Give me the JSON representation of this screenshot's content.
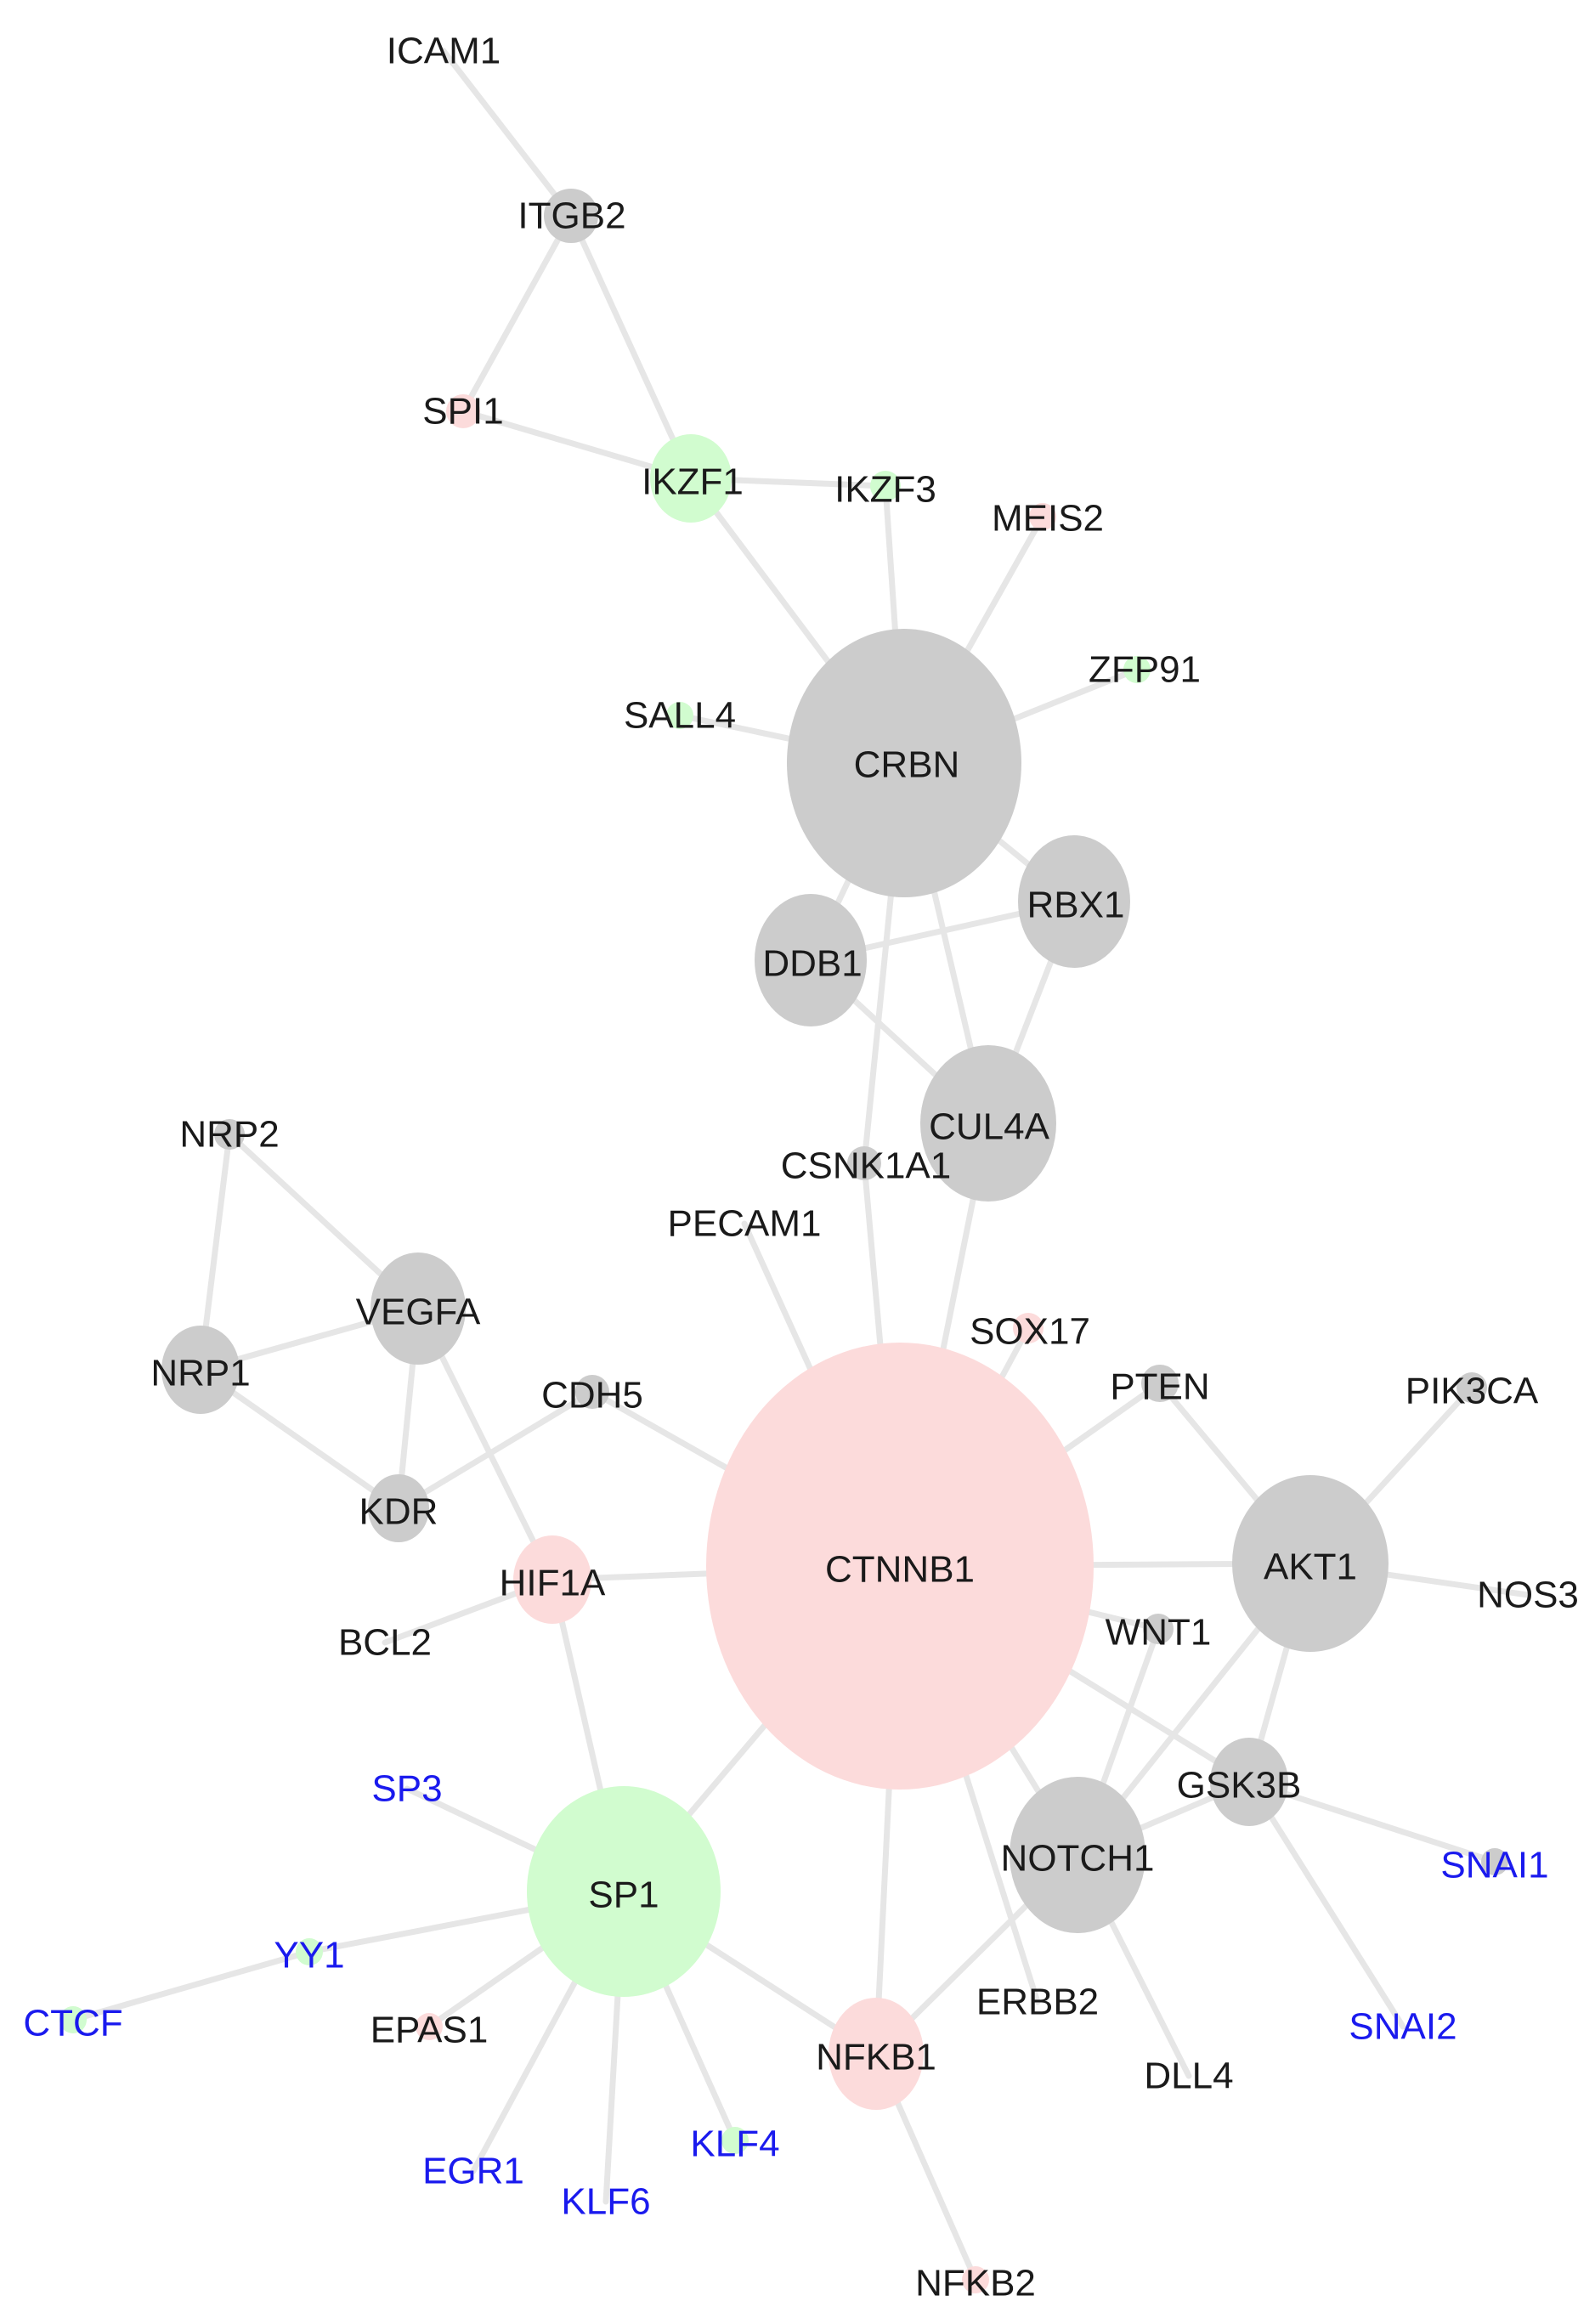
{
  "colors": {
    "gray": "#cccccc",
    "pink": "#fcdbdb",
    "green": "#d1fccf",
    "black_text": "#1a1a1a",
    "blue_text": "#1a1aee",
    "edge": "#e6e6e6"
  },
  "nodes": [
    {
      "id": "ICAM1",
      "label": "ICAM1",
      "color": "gray",
      "text": "black_text"
    },
    {
      "id": "ITGB2",
      "label": "ITGB2",
      "color": "gray",
      "text": "black_text"
    },
    {
      "id": "SPI1",
      "label": "SPI1",
      "color": "pink",
      "text": "black_text"
    },
    {
      "id": "IKZF1",
      "label": "IKZF1",
      "color": "green",
      "text": "black_text"
    },
    {
      "id": "IKZF3",
      "label": "IKZF3",
      "color": "green",
      "text": "black_text"
    },
    {
      "id": "MEIS2",
      "label": "MEIS2",
      "color": "pink",
      "text": "black_text"
    },
    {
      "id": "ZFP91",
      "label": "ZFP91",
      "color": "green",
      "text": "black_text"
    },
    {
      "id": "SALL4",
      "label": "SALL4",
      "color": "green",
      "text": "black_text"
    },
    {
      "id": "CRBN",
      "label": "CRBN",
      "color": "gray",
      "text": "black_text"
    },
    {
      "id": "RBX1",
      "label": "RBX1",
      "color": "gray",
      "text": "black_text"
    },
    {
      "id": "DDB1",
      "label": "DDB1",
      "color": "gray",
      "text": "black_text"
    },
    {
      "id": "CUL4A",
      "label": "CUL4A",
      "color": "gray",
      "text": "black_text"
    },
    {
      "id": "CSNK1A1",
      "label": "CSNK1A1",
      "color": "gray",
      "text": "black_text"
    },
    {
      "id": "PECAM1",
      "label": "PECAM1",
      "color": "gray",
      "text": "black_text"
    },
    {
      "id": "SOX17",
      "label": "SOX17",
      "color": "pink",
      "text": "black_text"
    },
    {
      "id": "NRP2",
      "label": "NRP2",
      "color": "gray",
      "text": "black_text"
    },
    {
      "id": "VEGFA",
      "label": "VEGFA",
      "color": "gray",
      "text": "black_text"
    },
    {
      "id": "NRP1",
      "label": "NRP1",
      "color": "gray",
      "text": "black_text"
    },
    {
      "id": "CDH5",
      "label": "CDH5",
      "color": "gray",
      "text": "black_text"
    },
    {
      "id": "KDR",
      "label": "KDR",
      "color": "gray",
      "text": "black_text"
    },
    {
      "id": "PTEN",
      "label": "PTEN",
      "color": "gray",
      "text": "black_text"
    },
    {
      "id": "PIK3CA",
      "label": "PIK3CA",
      "color": "gray",
      "text": "black_text"
    },
    {
      "id": "CTNNB1",
      "label": "CTNNB1",
      "color": "pink",
      "text": "black_text"
    },
    {
      "id": "HIF1A",
      "label": "HIF1A",
      "color": "pink",
      "text": "black_text"
    },
    {
      "id": "AKT1",
      "label": "AKT1",
      "color": "gray",
      "text": "black_text"
    },
    {
      "id": "NOS3",
      "label": "NOS3",
      "color": "gray",
      "text": "black_text"
    },
    {
      "id": "BCL2",
      "label": "BCL2",
      "color": "gray",
      "text": "black_text"
    },
    {
      "id": "WNT1",
      "label": "WNT1",
      "color": "gray",
      "text": "black_text"
    },
    {
      "id": "GSK3B",
      "label": "GSK3B",
      "color": "gray",
      "text": "black_text"
    },
    {
      "id": "SP3",
      "label": "SP3",
      "color": "green",
      "text": "blue_text"
    },
    {
      "id": "NOTCH1",
      "label": "NOTCH1",
      "color": "gray",
      "text": "black_text"
    },
    {
      "id": "SNAI1",
      "label": "SNAI1",
      "color": "gray",
      "text": "blue_text"
    },
    {
      "id": "SP1",
      "label": "SP1",
      "color": "green",
      "text": "black_text"
    },
    {
      "id": "YY1",
      "label": "YY1",
      "color": "green",
      "text": "blue_text"
    },
    {
      "id": "CTCF",
      "label": "CTCF",
      "color": "green",
      "text": "blue_text"
    },
    {
      "id": "EPAS1",
      "label": "EPAS1",
      "color": "pink",
      "text": "black_text"
    },
    {
      "id": "ERBB2",
      "label": "ERBB2",
      "color": "gray",
      "text": "black_text"
    },
    {
      "id": "SNAI2",
      "label": "SNAI2",
      "color": "gray",
      "text": "blue_text"
    },
    {
      "id": "NFKB1",
      "label": "NFKB1",
      "color": "pink",
      "text": "black_text"
    },
    {
      "id": "DLL4",
      "label": "DLL4",
      "color": "gray",
      "text": "black_text"
    },
    {
      "id": "KLF4",
      "label": "KLF4",
      "color": "green",
      "text": "blue_text"
    },
    {
      "id": "EGR1",
      "label": "EGR1",
      "color": "green",
      "text": "blue_text"
    },
    {
      "id": "KLF6",
      "label": "KLF6",
      "color": "green",
      "text": "blue_text"
    },
    {
      "id": "NFKB2",
      "label": "NFKB2",
      "color": "pink",
      "text": "black_text"
    }
  ],
  "edges": [
    [
      "ICAM1",
      "ITGB2"
    ],
    [
      "ITGB2",
      "SPI1"
    ],
    [
      "ITGB2",
      "IKZF1"
    ],
    [
      "SPI1",
      "IKZF1"
    ],
    [
      "IKZF1",
      "IKZF3"
    ],
    [
      "IKZF1",
      "CRBN"
    ],
    [
      "IKZF3",
      "CRBN"
    ],
    [
      "MEIS2",
      "CRBN"
    ],
    [
      "ZFP91",
      "CRBN"
    ],
    [
      "SALL4",
      "CRBN"
    ],
    [
      "CRBN",
      "RBX1"
    ],
    [
      "CRBN",
      "DDB1"
    ],
    [
      "CRBN",
      "CUL4A"
    ],
    [
      "CRBN",
      "CSNK1A1"
    ],
    [
      "DDB1",
      "RBX1"
    ],
    [
      "DDB1",
      "CUL4A"
    ],
    [
      "RBX1",
      "CUL4A"
    ],
    [
      "CSNK1A1",
      "CTNNB1"
    ],
    [
      "CUL4A",
      "CTNNB1"
    ],
    [
      "PECAM1",
      "CTNNB1"
    ],
    [
      "SOX17",
      "CTNNB1"
    ],
    [
      "CDH5",
      "CTNNB1"
    ],
    [
      "PTEN",
      "CTNNB1"
    ],
    [
      "CTNNB1",
      "AKT1"
    ],
    [
      "CTNNB1",
      "WNT1"
    ],
    [
      "CTNNB1",
      "GSK3B"
    ],
    [
      "CTNNB1",
      "NOTCH1"
    ],
    [
      "CTNNB1",
      "ERBB2"
    ],
    [
      "CTNNB1",
      "NFKB1"
    ],
    [
      "CTNNB1",
      "SP1"
    ],
    [
      "CTNNB1",
      "HIF1A"
    ],
    [
      "NRP2",
      "VEGFA"
    ],
    [
      "NRP2",
      "NRP1"
    ],
    [
      "VEGFA",
      "NRP1"
    ],
    [
      "VEGFA",
      "KDR"
    ],
    [
      "NRP1",
      "KDR"
    ],
    [
      "CDH5",
      "KDR"
    ],
    [
      "VEGFA",
      "HIF1A"
    ],
    [
      "HIF1A",
      "BCL2"
    ],
    [
      "HIF1A",
      "SP1"
    ],
    [
      "PTEN",
      "AKT1"
    ],
    [
      "PIK3CA",
      "AKT1"
    ],
    [
      "AKT1",
      "NOS3"
    ],
    [
      "AKT1",
      "GSK3B"
    ],
    [
      "AKT1",
      "NOTCH1"
    ],
    [
      "WNT1",
      "NOTCH1"
    ],
    [
      "GSK3B",
      "NOTCH1"
    ],
    [
      "GSK3B",
      "SNAI1"
    ],
    [
      "GSK3B",
      "SNAI2"
    ],
    [
      "NOTCH1",
      "DLL4"
    ],
    [
      "NOTCH1",
      "NFKB1"
    ],
    [
      "NFKB1",
      "NFKB2"
    ],
    [
      "SP1",
      "NFKB1"
    ],
    [
      "SP1",
      "SP3"
    ],
    [
      "SP1",
      "YY1"
    ],
    [
      "YY1",
      "CTCF"
    ],
    [
      "SP1",
      "EPAS1"
    ],
    [
      "SP1",
      "EGR1"
    ],
    [
      "SP1",
      "KLF6"
    ],
    [
      "SP1",
      "KLF4"
    ]
  ]
}
